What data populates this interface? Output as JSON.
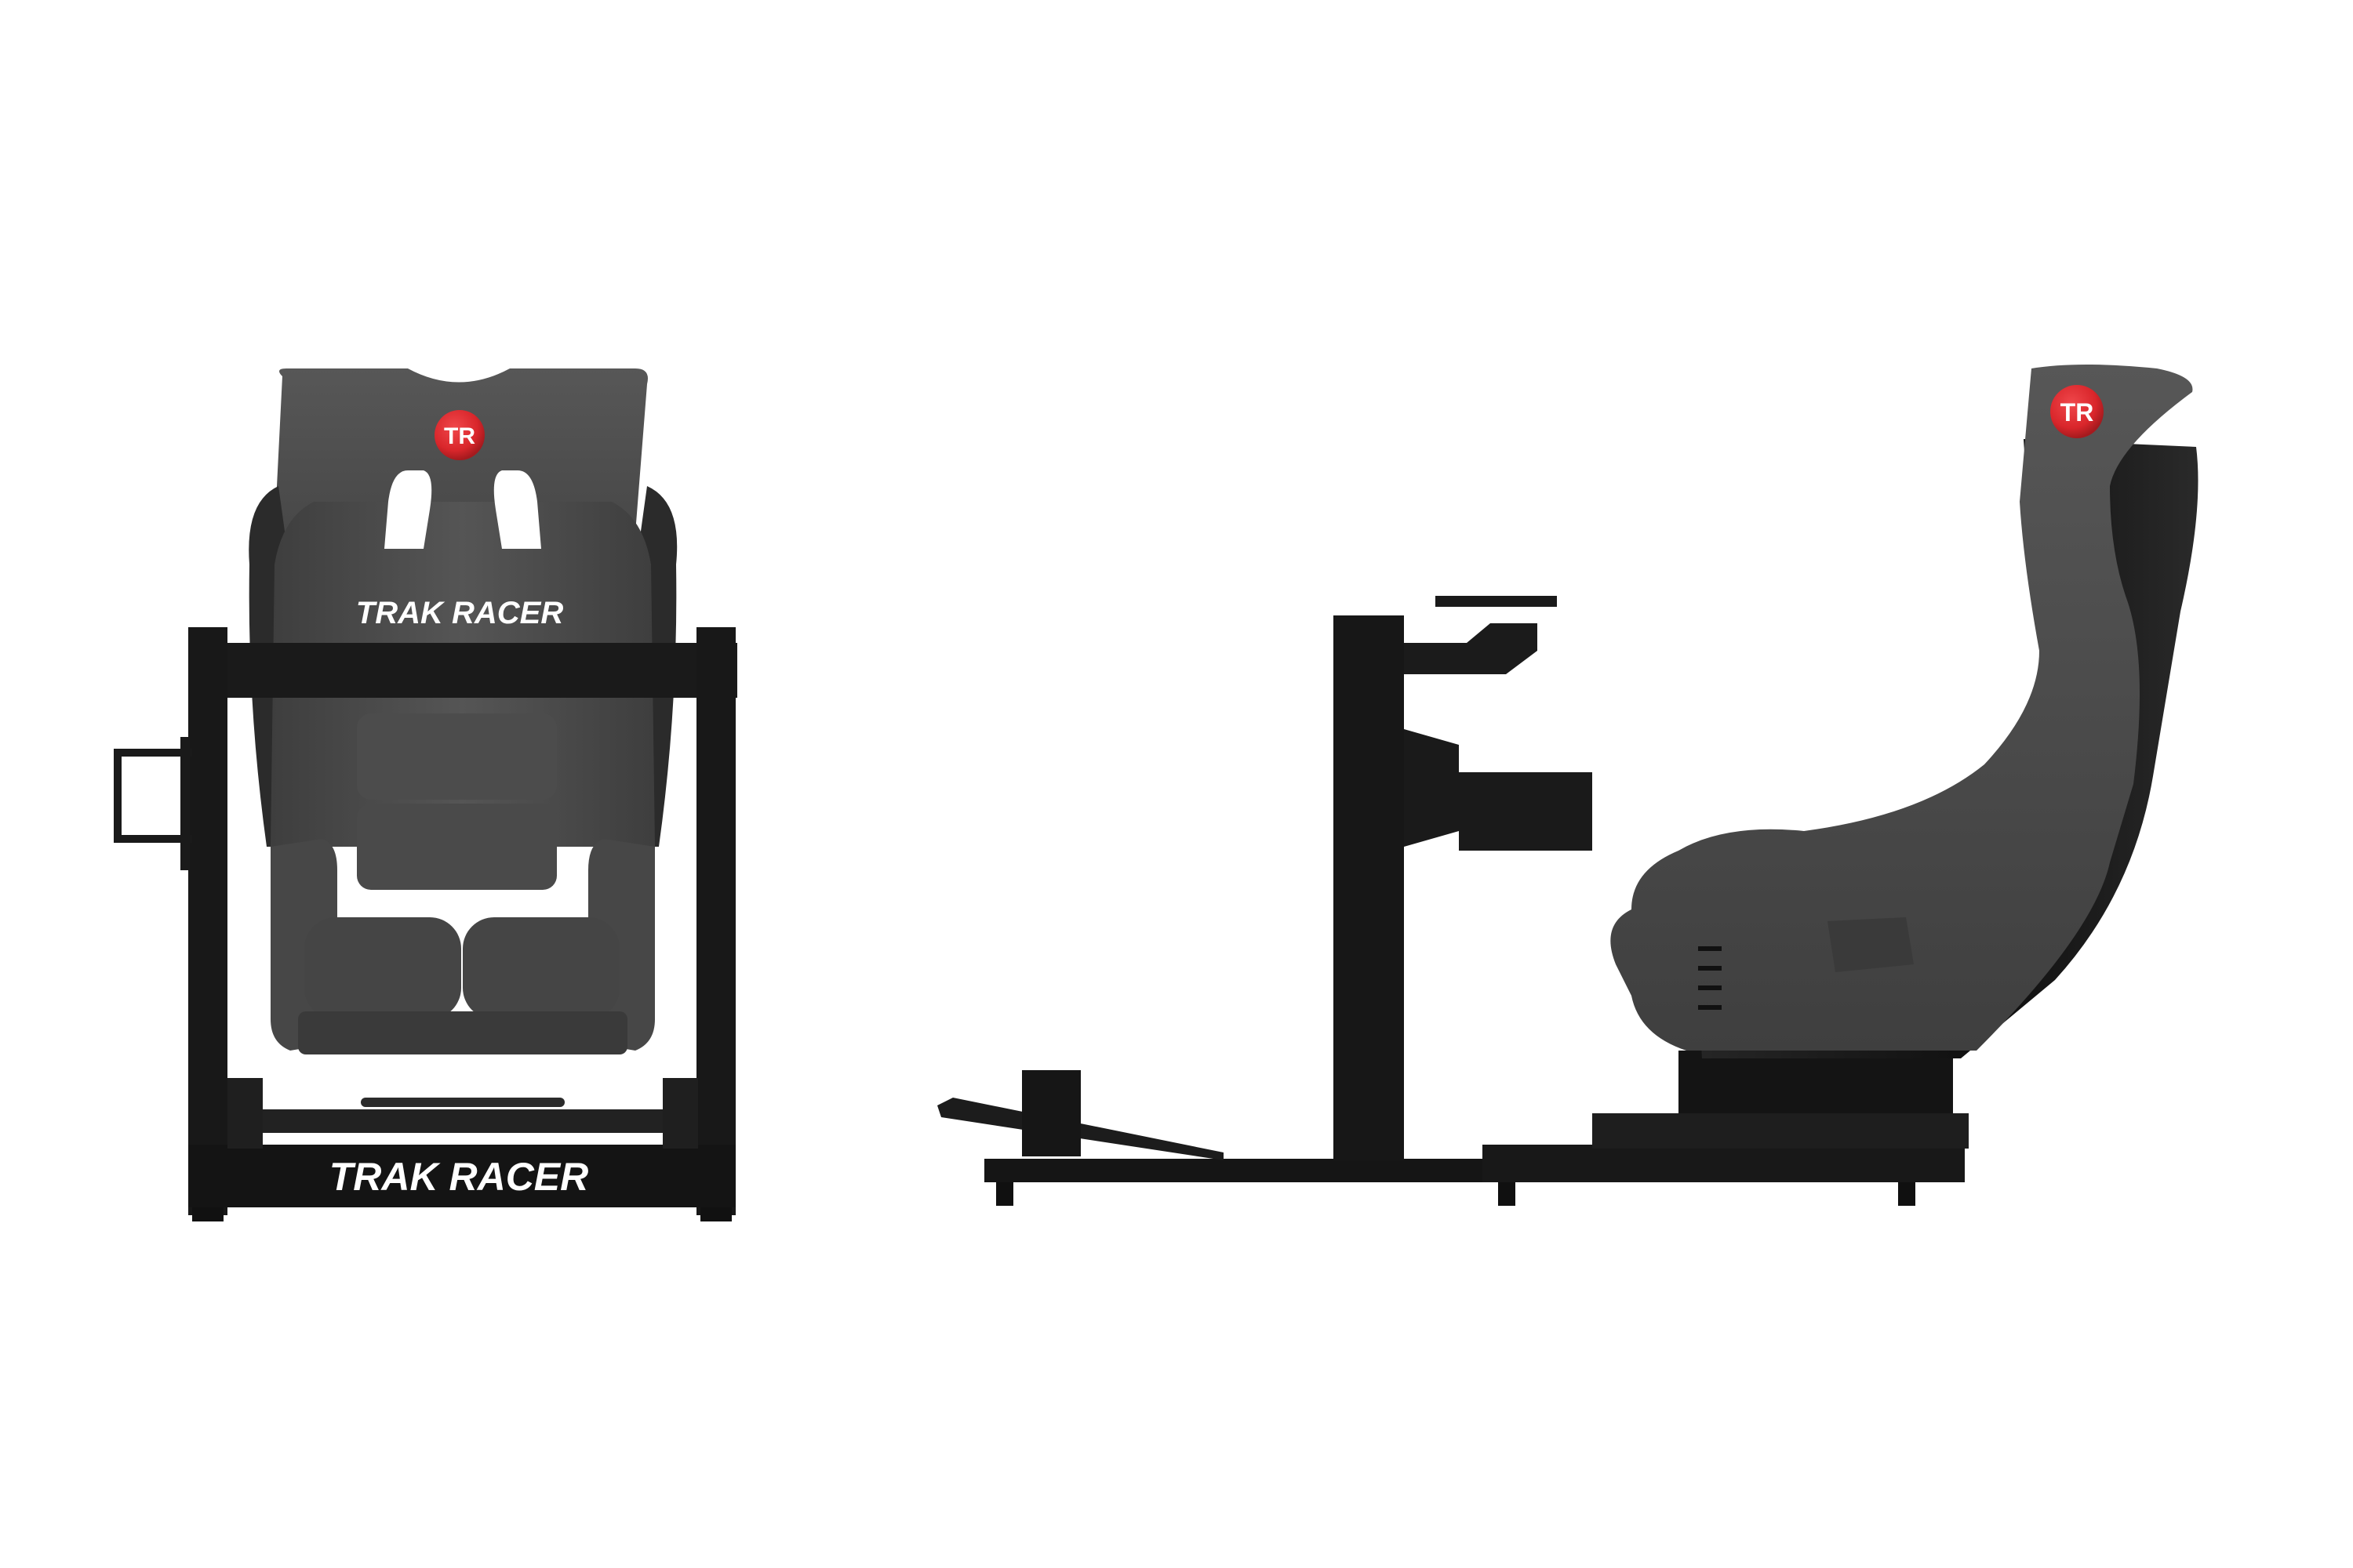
{
  "product": {
    "brand_backrest": "TRAK RACER",
    "brand_frame": "TRAK RACER",
    "logo_front": "TR",
    "logo_side": "TR"
  },
  "colors": {
    "background": "#ffffff",
    "frame": "#1a1a1a",
    "frame_dark": "#0d0d0d",
    "fabric": "#4a4a4a",
    "fabric_dark": "#3a3a3a",
    "logo_red": "#d9262b"
  }
}
